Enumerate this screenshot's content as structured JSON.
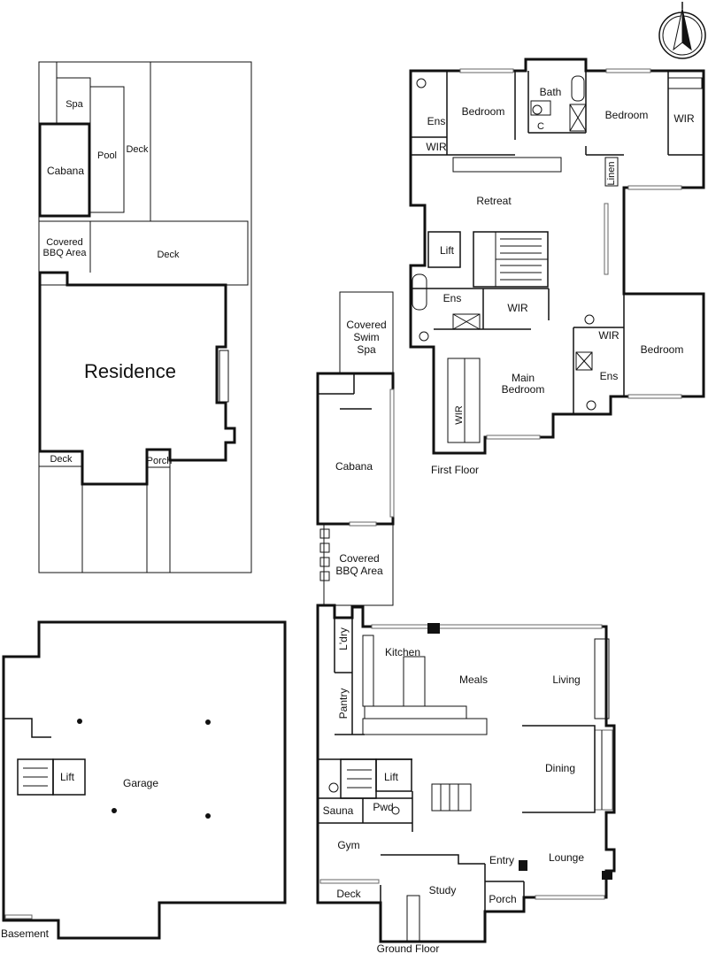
{
  "site_plan": {
    "spa": "Spa",
    "pool": "Pool",
    "deck_top": "Deck",
    "cabana": "Cabana",
    "covered_bbq_line1": "Covered",
    "covered_bbq_line2": "BBQ Area",
    "deck_mid": "Deck",
    "residence": "Residence",
    "deck_bottom": "Deck",
    "porch": "Porch"
  },
  "first_floor": {
    "title": "First Floor",
    "ens_left": "Ens",
    "wir_left": "WIR",
    "bedroom_1": "Bedroom",
    "bath": "Bath",
    "cupboard": "C",
    "bedroom_2": "Bedroom",
    "wir_right": "WIR",
    "linen": "Linen",
    "retreat": "Retreat",
    "lift": "Lift",
    "ens_main": "Ens",
    "wir_main": "WIR",
    "wir_main_vertical": "WIR",
    "main_bedroom_line1": "Main",
    "main_bedroom_line2": "Bedroom",
    "wir_bedroom3": "WIR",
    "ens_bedroom3": "Ens",
    "bedroom_3": "Bedroom"
  },
  "ground_floor": {
    "title": "Ground Floor",
    "covered_swim_spa_line1": "Covered",
    "covered_swim_spa_line2": "Swim",
    "covered_swim_spa_line3": "Spa",
    "cabana": "Cabana",
    "covered_bbq_line1": "Covered",
    "covered_bbq_line2": "BBQ Area",
    "laundry": "L'dry",
    "kitchen": "Kitchen",
    "meals": "Meals",
    "living": "Living",
    "pantry": "Pantry",
    "dining": "Dining",
    "lift": "Lift",
    "sauna": "Sauna",
    "powder": "Pwd",
    "gym": "Gym",
    "entry": "Entry",
    "lounge": "Lounge",
    "deck": "Deck",
    "study": "Study",
    "porch": "Porch"
  },
  "basement": {
    "title": "Basement",
    "garage": "Garage",
    "lift": "Lift"
  },
  "compass": {
    "icon": "north-arrow-icon"
  }
}
